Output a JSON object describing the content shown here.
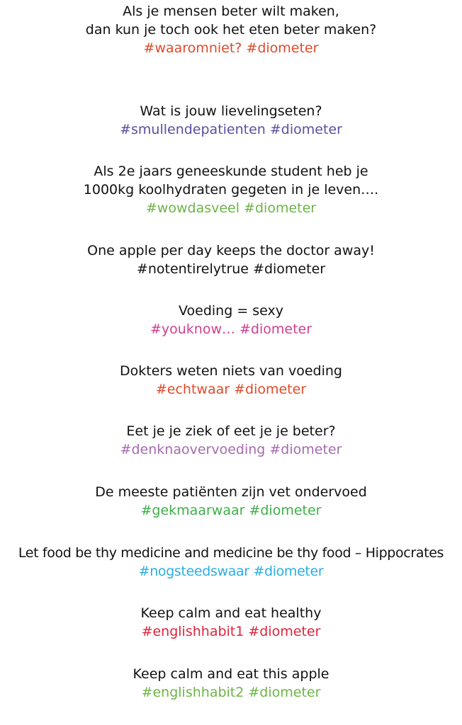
{
  "quotes": [
    {
      "lines": [
        "Als je mensen beter wilt maken,",
        "dan kun je toch ook het eten beter maken?"
      ],
      "tags": "#waaromniet? #diometer",
      "color": "#e04a2a"
    },
    {
      "lines": [
        "Wat is jouw lievelingseten?"
      ],
      "tags": "#smullendepatienten #diometer",
      "color": "#5a4fa0"
    },
    {
      "lines": [
        "Als 2e jaars geneeskunde student heb je",
        "1000kg koolhydraten gegeten in je leven…."
      ],
      "tags": "#wowdasveel #diometer",
      "color": "#6cb545"
    },
    {
      "lines": [
        "One apple per day keeps the doctor away!"
      ],
      "tags": "#notentirelytrue #diometer",
      "color": "#111111"
    },
    {
      "lines": [
        "Voeding = sexy"
      ],
      "tags": "#youknow… #diometer",
      "color": "#d23f8e"
    },
    {
      "lines": [
        "Dokters weten niets van voeding"
      ],
      "tags": "#echtwaar #diometer",
      "color": "#e04a2a"
    },
    {
      "lines": [
        "Eet je je ziek of eet je je beter?"
      ],
      "tags": "#denknaovervoeding #diometer",
      "color": "#a66bb0"
    },
    {
      "lines": [
        "De meeste patiënten zijn vet ondervoed"
      ],
      "tags": "#gekmaarwaar #diometer",
      "color": "#3eae49"
    },
    {
      "lines": [
        "Let food be thy medicine and medicine be thy food  – Hippocrates"
      ],
      "tags": "#nogsteedswaar #diometer",
      "color": "#2aaee0"
    },
    {
      "lines": [
        "Keep calm and eat healthy"
      ],
      "tags": "#englishhabit1 #diometer",
      "color": "#e0233b"
    },
    {
      "lines": [
        "Keep calm and eat this apple"
      ],
      "tags": "#englishhabit2 #diometer",
      "color": "#6cb545"
    }
  ]
}
